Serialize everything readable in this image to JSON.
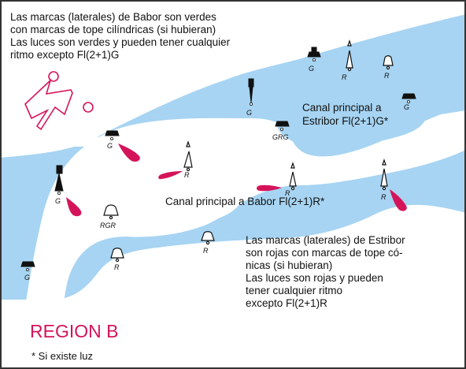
{
  "texts": {
    "port_note": [
      "Las marcas (laterales) de Babor son verdes",
      "con marcas de tope cilíndricas (si hubieran)",
      "Las luces son verdes y pueden tener cualquier",
      "ritmo excepto Fl(2+1)G"
    ],
    "canal_estribor": [
      "Canal principal a",
      "Estribor Fl(2+1)G*"
    ],
    "canal_babor": "Canal principal a Babor Fl(2+1)R*",
    "starboard_note": [
      "Las marcas (laterales) de Estribor",
      "son rojas con marcas de tope có-",
      "nicas (si hubieran)",
      "Las luces son rojas y pueden",
      "tener cualquier ritmo",
      "excepto Fl(2+1)R"
    ],
    "region": "REGION B",
    "footnote": "* Si existe luz"
  },
  "buoy_labels": {
    "g1": "G",
    "r1": "R",
    "r2": "R",
    "g2": "G",
    "g3": "G",
    "grg": "GRG",
    "g4": "G",
    "r3": "R",
    "r4": "R",
    "r5": "R",
    "g5": "G",
    "rgr": "RGR",
    "r6": "R",
    "r7": "R",
    "g6": "G"
  },
  "colors": {
    "water": "#a7d4f2",
    "land": "#ffffff",
    "light_flare": "#d4145a",
    "frame": "#333333",
    "symbol": "#111111",
    "region_text": "#d4145a"
  }
}
